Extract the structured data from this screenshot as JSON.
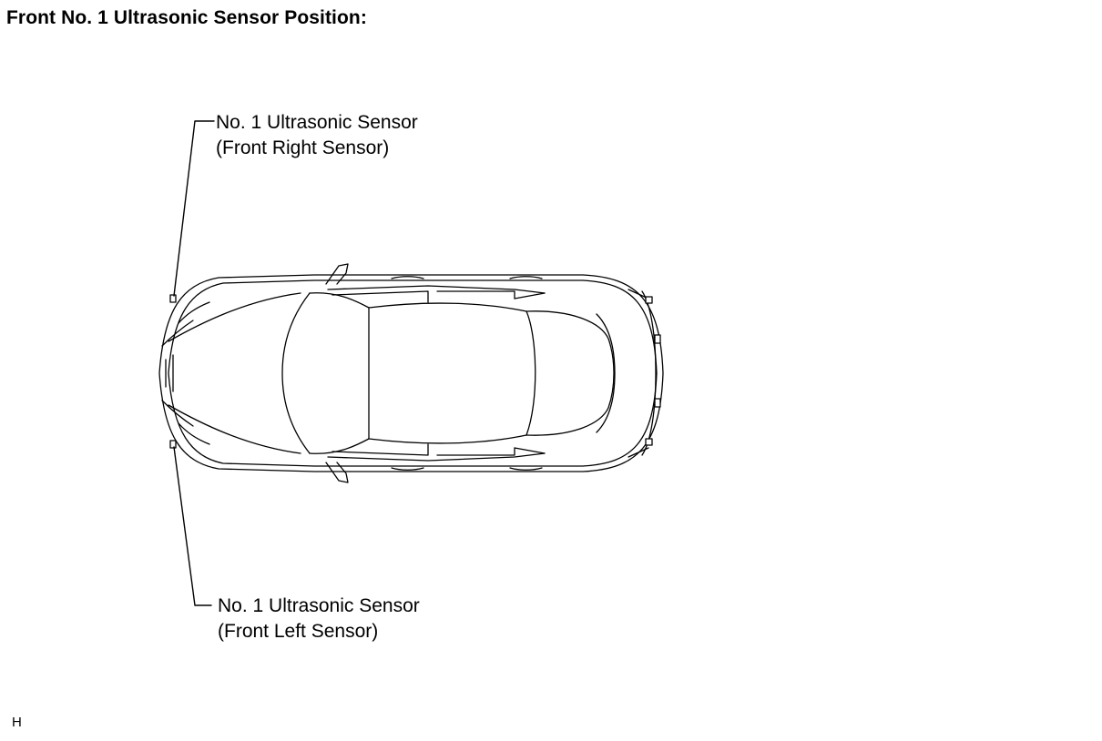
{
  "title": "Front No. 1 Ultrasonic Sensor Position:",
  "callouts": {
    "front_right": {
      "line1": "No. 1 Ultrasonic Sensor",
      "line2": "(Front Right Sensor)"
    },
    "front_left": {
      "line1": "No. 1 Ultrasonic Sensor",
      "line2": "(Front Left Sensor)"
    }
  },
  "footer": {
    "code": "H"
  },
  "colors": {
    "line": "#000000",
    "background": "#ffffff"
  }
}
